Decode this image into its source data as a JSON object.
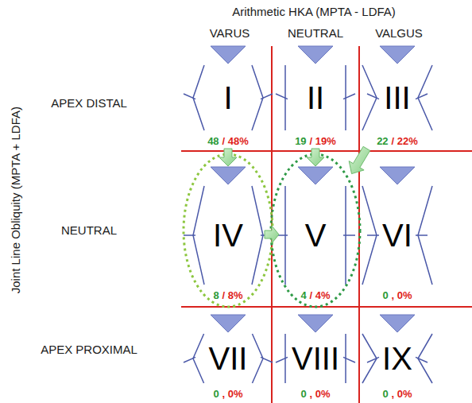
{
  "diagram": {
    "nodes": [
      {
        "text": [
          "I",
          "48",
          "/ 48%"
        ]
      },
      {
        "text": [
          "II",
          "19",
          "/ 19%"
        ]
      },
      {
        "text": [
          "III",
          "22",
          "/ 22%"
        ]
      },
      {
        "text": [
          "IV",
          "8",
          "/ 8%"
        ]
      },
      {
        "text": [
          "V",
          "4",
          "/ 4%"
        ]
      },
      {
        "text": [
          "VI",
          "0",
          ", 0%"
        ]
      },
      {
        "text": [
          "VII",
          "0",
          ", 0%"
        ]
      },
      {
        "text": [
          "VIII",
          "0",
          ", 0%"
        ]
      },
      {
        "text": [
          "IX",
          "0",
          ", 0%"
        ]
      }
    ],
    "edges": [
      {
        "from": 0,
        "to": 3,
        "arrow": "to"
      },
      {
        "from": 1,
        "to": 4,
        "arrow": "to"
      },
      {
        "from": 2,
        "to": 4,
        "arrow": "to"
      },
      {
        "from": 3,
        "to": 4,
        "arrow": "to"
      }
    ],
    "labels": [
      "Arithmetic HKA (MPTA - LDFA)",
      "VARUS",
      "NEUTRAL",
      "VALGUS",
      "APEX DISTAL",
      "NEUTRAL",
      "APEX PROXIMAL",
      "Joint Line Obliquity (MPTA + LDFA)"
    ]
  }
}
